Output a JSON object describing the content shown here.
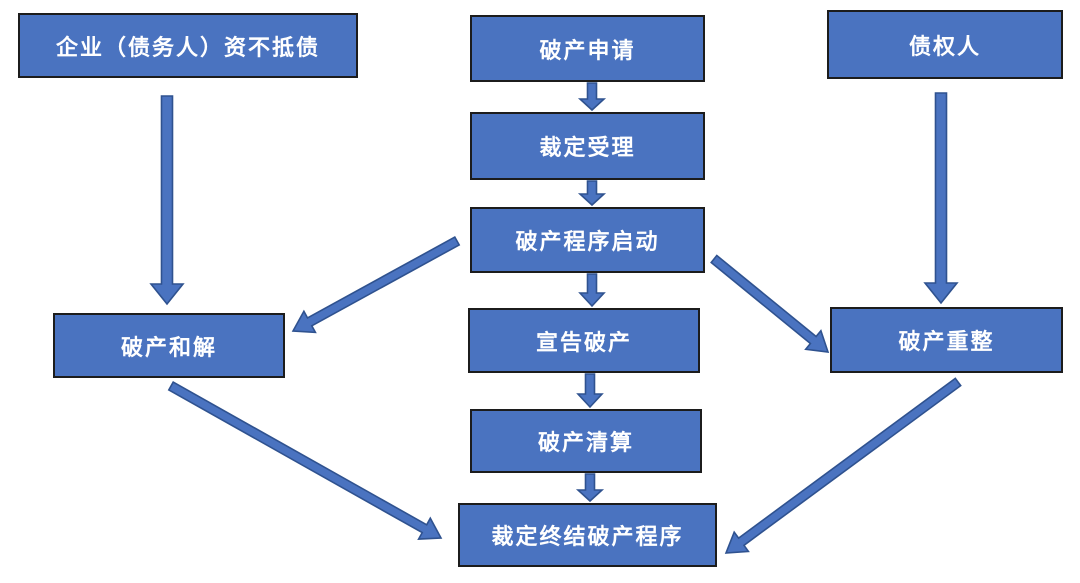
{
  "diagram": {
    "type": "flowchart",
    "nodes": [
      {
        "id": "debtor-insolvent",
        "label": "企业（债务人）资不抵债"
      },
      {
        "id": "bankruptcy-application",
        "label": "破产申请"
      },
      {
        "id": "creditor",
        "label": "债权人"
      },
      {
        "id": "ruling-acceptance",
        "label": "裁定受理"
      },
      {
        "id": "procedure-start",
        "label": "破产程序启动"
      },
      {
        "id": "reconciliation",
        "label": "破产和解"
      },
      {
        "id": "declare-bankruptcy",
        "label": "宣告破产"
      },
      {
        "id": "reorganization",
        "label": "破产重整"
      },
      {
        "id": "liquidation",
        "label": "破产清算"
      },
      {
        "id": "ruling-termination",
        "label": "裁定终结破产程序"
      }
    ],
    "edges": [
      {
        "from": "debtor-insolvent",
        "to": "reconciliation"
      },
      {
        "from": "bankruptcy-application",
        "to": "ruling-acceptance"
      },
      {
        "from": "ruling-acceptance",
        "to": "procedure-start"
      },
      {
        "from": "procedure-start",
        "to": "declare-bankruptcy"
      },
      {
        "from": "declare-bankruptcy",
        "to": "liquidation"
      },
      {
        "from": "liquidation",
        "to": "ruling-termination"
      },
      {
        "from": "creditor",
        "to": "reorganization"
      },
      {
        "from": "procedure-start",
        "to": "reconciliation"
      },
      {
        "from": "procedure-start",
        "to": "reorganization"
      },
      {
        "from": "reconciliation",
        "to": "ruling-termination"
      },
      {
        "from": "reorganization",
        "to": "ruling-termination"
      }
    ],
    "colors": {
      "background": "#ffffff",
      "box_fill": "#4a73c0",
      "box_border": "#1c1c1c",
      "box_text": "#ffffff",
      "arrow_fill": "#4a73c0",
      "arrow_stroke": "#2f528f"
    }
  }
}
